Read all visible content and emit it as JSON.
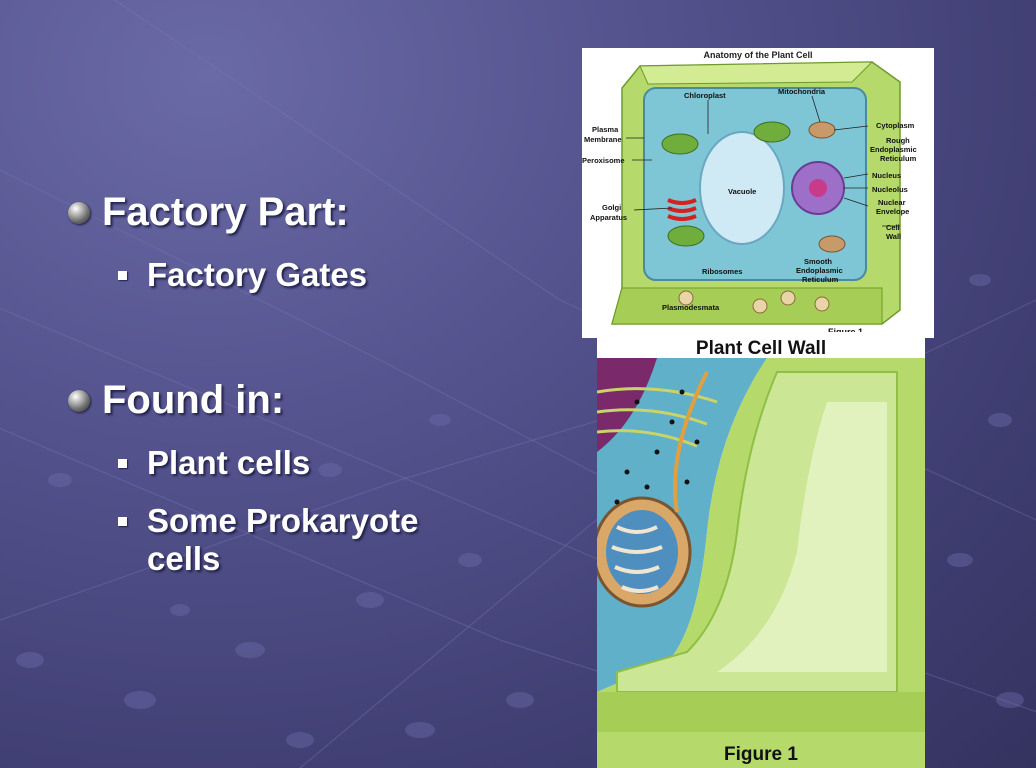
{
  "slide": {
    "bullets": [
      {
        "heading": "Factory Part:",
        "items": [
          "Factory Gates"
        ]
      },
      {
        "heading": "Found in:",
        "items": [
          "Plant cells",
          "Some Prokaryote",
          "cells"
        ]
      }
    ]
  },
  "figure_top": {
    "title": "Anatomy of the Plant Cell",
    "caption": "Figure 1",
    "labels": {
      "chloroplast": "Chloroplast",
      "mitochondria": "Mitochondria",
      "plasma_membrane_1": "Plasma",
      "plasma_membrane_2": "Membrane",
      "peroxisome": "Peroxisome",
      "cytoplasm": "Cytoplasm",
      "rough_er_1": "Rough",
      "rough_er_2": "Endoplasmic",
      "rough_er_3": "Reticulum",
      "nucleus": "Nucleus",
      "nucleolus": "Nucleolus",
      "nuclear_envelope_1": "Nuclear",
      "nuclear_envelope_2": "Envelope",
      "cell_wall_1": "Cell",
      "cell_wall_2": "Wall",
      "vacuole": "Vacuole",
      "golgi_1": "Golgi",
      "golgi_2": "Apparatus",
      "ribosomes": "Ribosomes",
      "smooth_er_1": "Smooth",
      "smooth_er_2": "Endoplasmic",
      "smooth_er_3": "Reticulum",
      "plasmodesmata": "Plasmodesmata"
    }
  },
  "figure_bottom": {
    "title": "Plant Cell Wall",
    "caption": "Figure 1"
  },
  "colors": {
    "background": "#4e4d88",
    "text": "#ffffff",
    "cell_wall_green": "#b5d96a",
    "cytoplasm_blue": "#5fb0c8"
  }
}
